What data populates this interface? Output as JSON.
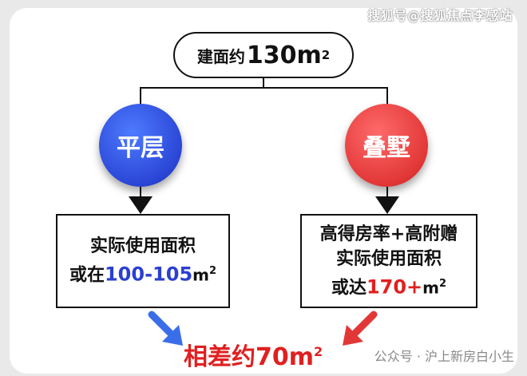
{
  "watermark": "搜狐号@搜狐焦点李感站",
  "top_box": {
    "prefix": "建面约",
    "value": "130m",
    "sup": "2"
  },
  "left": {
    "circle_label": "平层",
    "line1": "实际使用面积",
    "line2_prefix": "或在",
    "line2_value": "100-105",
    "line2_unit": "m",
    "line2_sup": "2"
  },
  "right": {
    "circle_label": "叠墅",
    "line1": "高得房率+高附赠",
    "line2": "实际使用面积",
    "line3_prefix": "或达",
    "line3_value": "170+",
    "line3_unit": "m",
    "line3_sup": "2"
  },
  "result": {
    "text": "相差约70m",
    "sup": "2"
  },
  "footer": "公众号 · 沪上新房白小生",
  "colors": {
    "blue": "#2b46d6",
    "red": "#e23737",
    "blue_arrow": "#3a6ee8",
    "red_arrow": "#e23737"
  }
}
